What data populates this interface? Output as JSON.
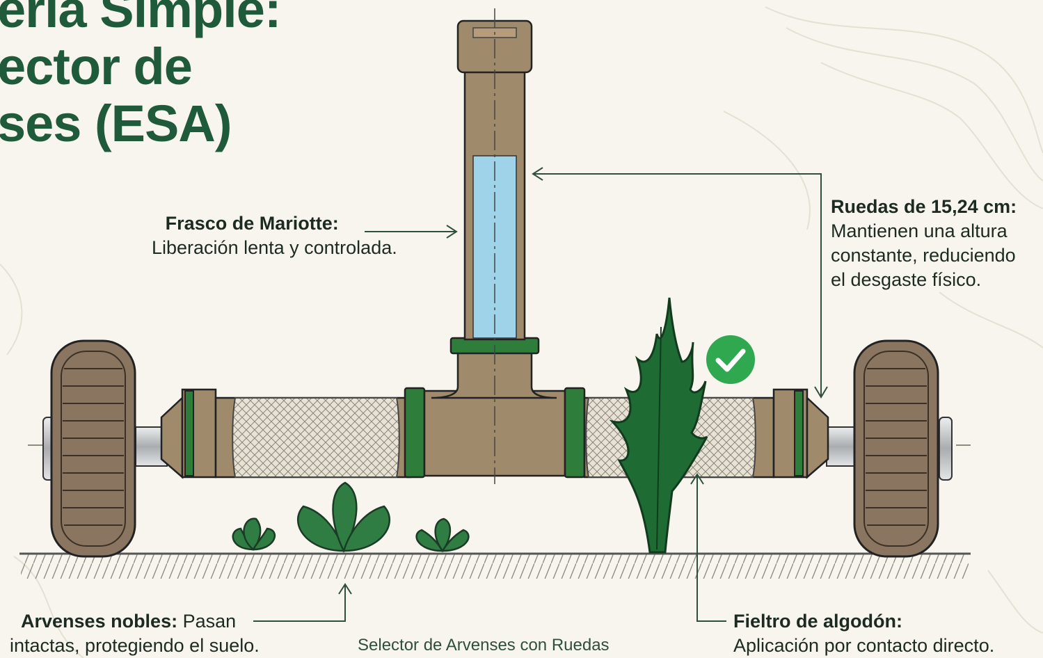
{
  "title": {
    "line1": "ería Simple:",
    "line2": "ector de",
    "line3": "ses (ESA)"
  },
  "callouts": {
    "mariotte": {
      "label": "Frasco de Mariotte:",
      "text": "Liberación lenta y controlada."
    },
    "ruedas": {
      "label": "Ruedas de 15,24 cm:",
      "line1": "Mantienen una altura",
      "line2": "constante, reduciendo",
      "line3": "el desgaste físico."
    },
    "arvenses": {
      "label": "Arvenses nobles:",
      "line1_rest": " Pasan",
      "line2": "intactas, protegiendo el suelo."
    },
    "fieltro": {
      "label": "Fieltro de algodón:",
      "text": "Aplicación por contacto directo."
    }
  },
  "caption": "Selector de Arvenses con Ruedas",
  "icons": [
    "check-icon",
    "wheel-icon",
    "weed-icon",
    "plant-icon"
  ],
  "colors": {
    "title": "#1f5a3a",
    "pipe": "#a08a6c",
    "collar": "#2e7d3a",
    "water": "#9fd3ea",
    "check": "#2fa84f",
    "leaf": "#2f7d43"
  }
}
